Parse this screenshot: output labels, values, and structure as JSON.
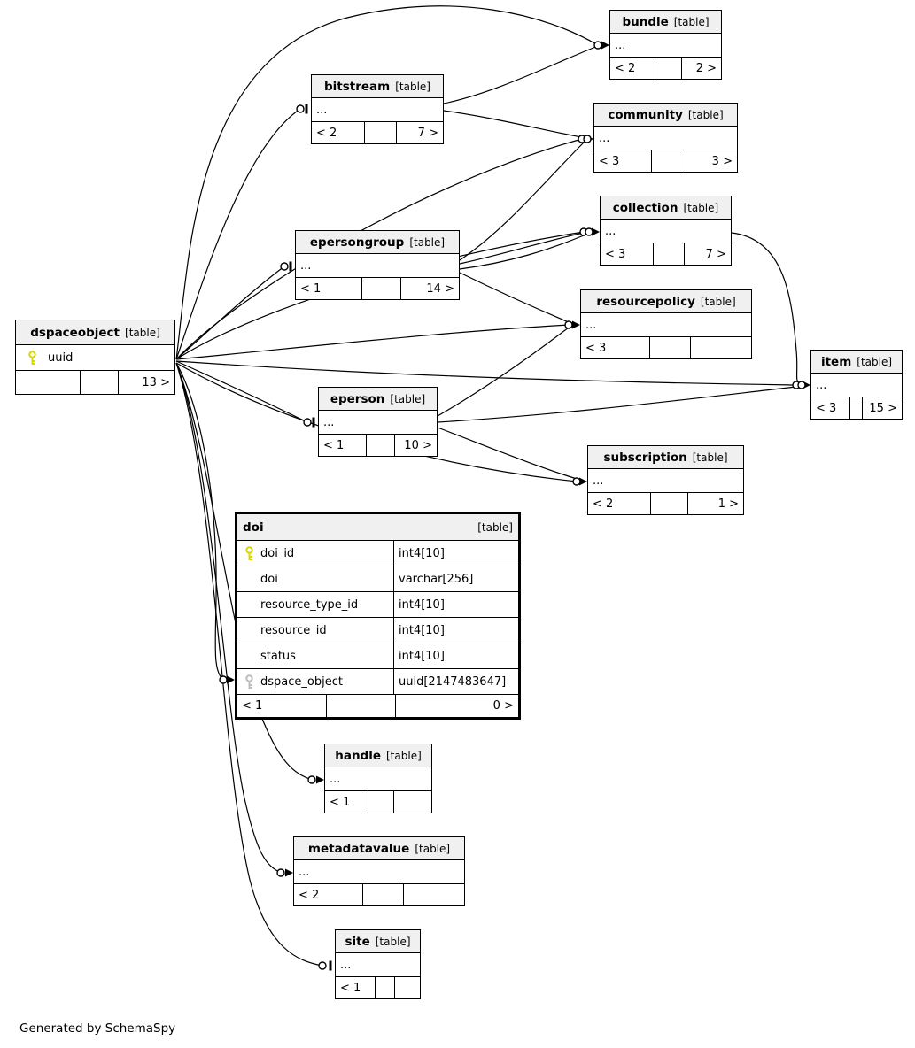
{
  "note": "Generated by SchemaSpy",
  "colors": {
    "header_bg": "#f0f0f0",
    "border": "#000000",
    "primary_key_icon": "#d8d800",
    "foreign_key_icon": "#bdbdbd"
  },
  "tables": {
    "dspaceobject": {
      "name": "dspaceobject",
      "tag": "[table]",
      "columns": [
        {
          "name": "uuid",
          "icon": "primary-key"
        }
      ],
      "footer": {
        "left": "",
        "mid": "",
        "right": "13 >"
      }
    },
    "bundle": {
      "name": "bundle",
      "tag": "[table]",
      "ellipsis": "...",
      "footer": {
        "left": "< 2",
        "mid": "",
        "right": "2 >"
      }
    },
    "bitstream": {
      "name": "bitstream",
      "tag": "[table]",
      "ellipsis": "...",
      "footer": {
        "left": "< 2",
        "mid": "",
        "right": "7 >"
      }
    },
    "community": {
      "name": "community",
      "tag": "[table]",
      "ellipsis": "...",
      "footer": {
        "left": "< 3",
        "mid": "",
        "right": "3 >"
      }
    },
    "collection": {
      "name": "collection",
      "tag": "[table]",
      "ellipsis": "...",
      "footer": {
        "left": "< 3",
        "mid": "",
        "right": "7 >"
      }
    },
    "epersongroup": {
      "name": "epersongroup",
      "tag": "[table]",
      "ellipsis": "...",
      "footer": {
        "left": "< 1",
        "mid": "",
        "right": "14 >"
      }
    },
    "resourcepolicy": {
      "name": "resourcepolicy",
      "tag": "[table]",
      "ellipsis": "...",
      "footer": {
        "left": "< 3",
        "mid": "",
        "right": ""
      }
    },
    "item": {
      "name": "item",
      "tag": "[table]",
      "ellipsis": "...",
      "footer": {
        "left": "< 3",
        "mid": "",
        "right": "15 >"
      }
    },
    "eperson": {
      "name": "eperson",
      "tag": "[table]",
      "ellipsis": "...",
      "footer": {
        "left": "< 1",
        "mid": "",
        "right": "10 >"
      }
    },
    "subscription": {
      "name": "subscription",
      "tag": "[table]",
      "ellipsis": "...",
      "footer": {
        "left": "< 2",
        "mid": "",
        "right": "1 >"
      }
    },
    "doi": {
      "name": "doi",
      "tag": "[table]",
      "columns": [
        {
          "name": "doi_id",
          "type": "int4[10]",
          "icon": "primary-key"
        },
        {
          "name": "doi",
          "type": "varchar[256]",
          "icon": ""
        },
        {
          "name": "resource_type_id",
          "type": "int4[10]",
          "icon": ""
        },
        {
          "name": "resource_id",
          "type": "int4[10]",
          "icon": ""
        },
        {
          "name": "status",
          "type": "int4[10]",
          "icon": ""
        },
        {
          "name": "dspace_object",
          "type": "uuid[2147483647]",
          "icon": "foreign-key"
        }
      ],
      "footer": {
        "left": "< 1",
        "mid": "",
        "right": "0 >"
      }
    },
    "handle": {
      "name": "handle",
      "tag": "[table]",
      "ellipsis": "...",
      "footer": {
        "left": "< 1",
        "mid": "",
        "right": ""
      }
    },
    "metadatavalue": {
      "name": "metadatavalue",
      "tag": "[table]",
      "ellipsis": "...",
      "footer": {
        "left": "< 2",
        "mid": "",
        "right": ""
      }
    },
    "site": {
      "name": "site",
      "tag": "[table]",
      "ellipsis": "...",
      "footer": {
        "left": "< 1",
        "mid": "",
        "right": ""
      }
    }
  }
}
